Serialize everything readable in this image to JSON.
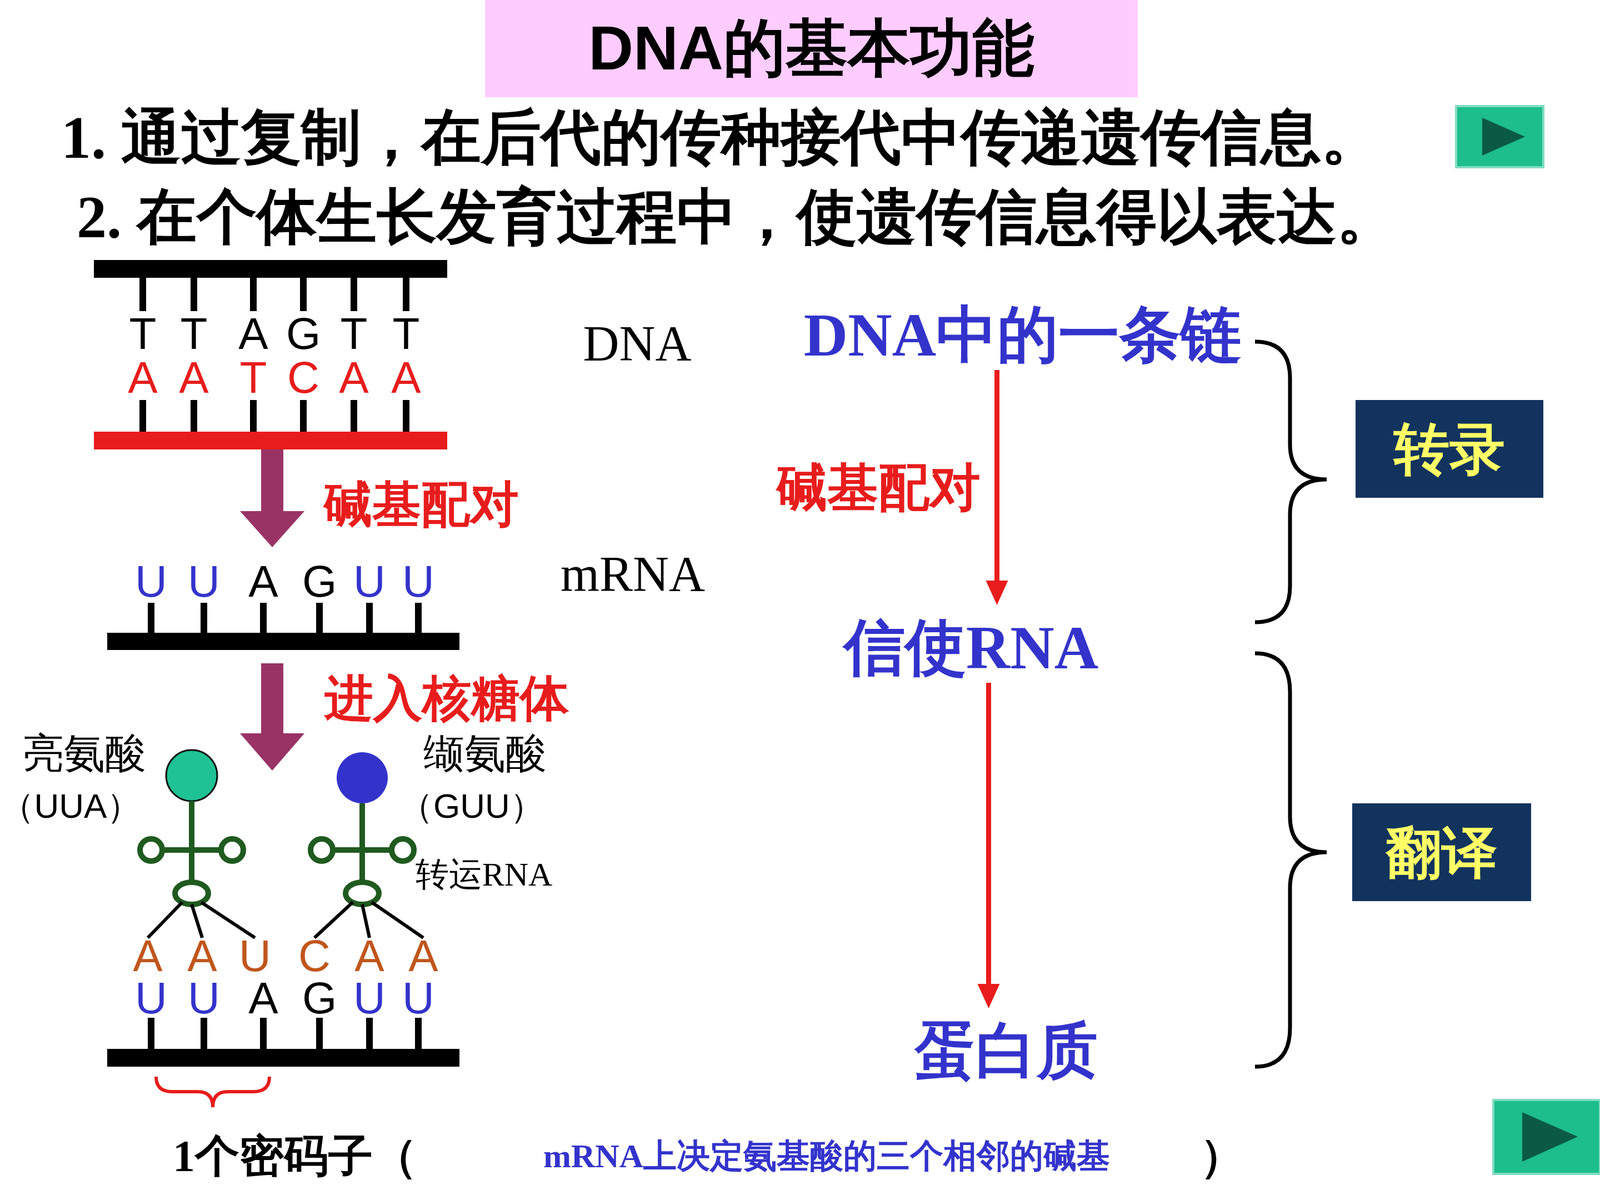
{
  "diagram": {
    "title": "DNA的基本功能",
    "nodes": [
      {
        "text": [
          "DNA中的一条链"
        ]
      },
      {
        "text": [
          "转录"
        ]
      },
      {
        "text": [
          "信使RNA"
        ]
      },
      {
        "text": [
          "翻译"
        ]
      },
      {
        "text": [
          "蛋白质"
        ]
      }
    ],
    "edges": [
      {
        "from": 0,
        "to": 2,
        "arrow": "to",
        "label": "碱基配对"
      },
      {
        "from": 2,
        "to": 4,
        "arrow": "to"
      }
    ],
    "labels": [
      "1. 通过复制，在后代的传种接代中传递遗传信息。",
      "2. 在个体生长发育过程中，使遗传信息得以表达。",
      "T",
      "T",
      "A",
      "G",
      "T",
      "T",
      "A",
      "A",
      "T",
      "C",
      "A",
      "A",
      "DNA",
      "碱基配对",
      "U",
      "U",
      "A",
      "G",
      "U",
      "U",
      "mRNA",
      "进入核糖体",
      "亮氨酸",
      "（UUA）",
      "缬氨酸",
      "（GUU）",
      "转运RNA",
      "A",
      "A",
      "U",
      "C",
      "A",
      "A",
      "U",
      "U",
      "A",
      "G",
      "U",
      "U",
      "1个密码子（",
      "mRNA上决定氨基酸的三个相邻的碱基",
      "）"
    ]
  }
}
